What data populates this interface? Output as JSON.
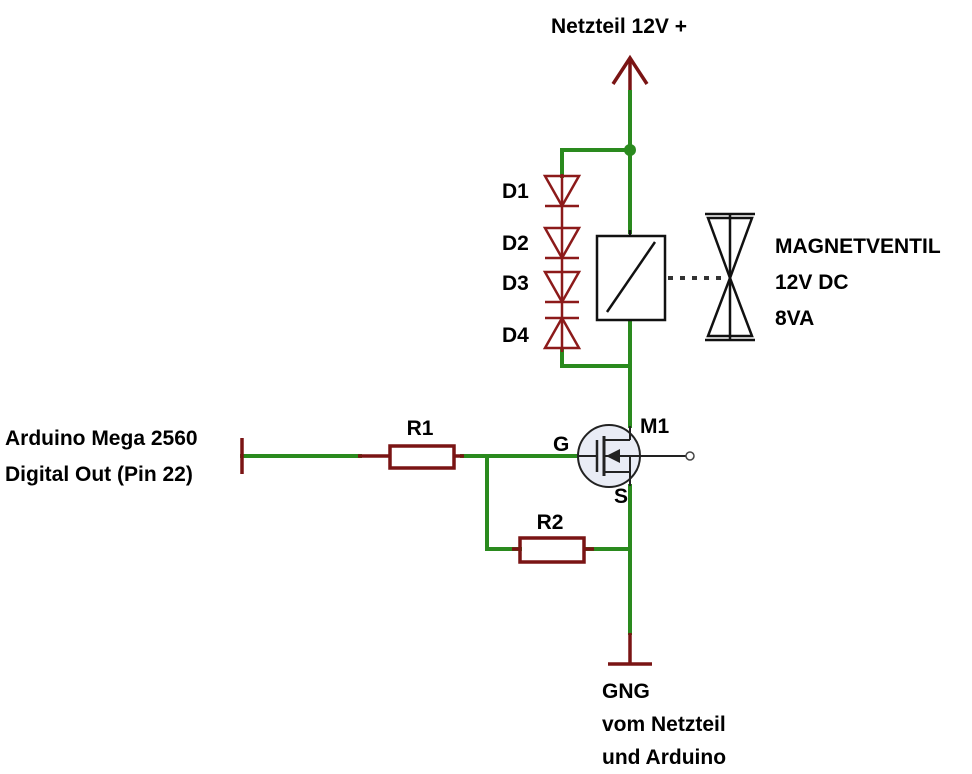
{
  "diagram": {
    "supply_label": "Netzteil 12V +",
    "valve": {
      "name": "MAGNETVENTIL",
      "voltage": "12V DC",
      "power": "8VA"
    },
    "diodes": [
      "D1",
      "D2",
      "D3",
      "D4"
    ],
    "input": {
      "line1": "Arduino Mega 2560",
      "line2": "Digital Out (Pin 22)"
    },
    "resistors": [
      "R1",
      "R2"
    ],
    "mosfet": {
      "name": "M1",
      "gate": "G",
      "source": "S"
    },
    "ground": {
      "line1": "GNG",
      "line2": "vom Netzteil",
      "line3": "und Arduino"
    },
    "colors": {
      "wire": "#2a8a1e",
      "component": "#7a1414",
      "diode": "#8c1a1a",
      "symbol": "#111111"
    }
  }
}
